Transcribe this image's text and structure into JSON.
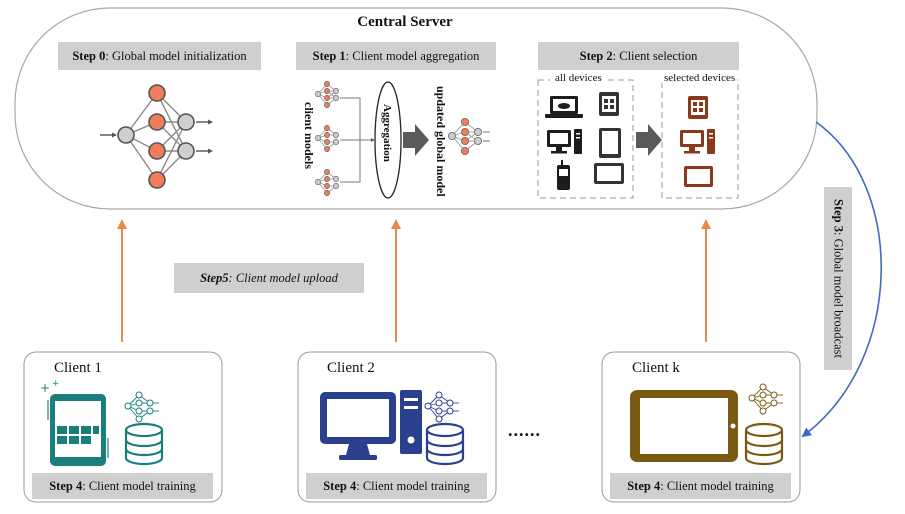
{
  "server": {
    "title": "Central Server"
  },
  "steps": {
    "step0": {
      "num": "Step 0",
      "text": ": Global model initialization"
    },
    "step1": {
      "num": "Step 1",
      "text": ": Client model aggregation"
    },
    "step2": {
      "num": "Step 2",
      "text": ": Client selection"
    },
    "step3": {
      "num": "Step 3",
      "text": ": Global model broadcast"
    },
    "step5": {
      "num": "Step5",
      "text": ":  Client  model upload"
    }
  },
  "aggregation": {
    "client_models_label": "client models",
    "aggregation_label": "Aggregation",
    "updated_label": "updated global model"
  },
  "selection": {
    "all_devices": "all devices",
    "selected_devices": "selected devices"
  },
  "clients": [
    {
      "name": "Client 1",
      "step": "Step 4",
      "text": ": Client model training"
    },
    {
      "name": "Client 2",
      "step": "Step 4",
      "text": ": Client model training"
    },
    {
      "name": "Client k",
      "step": "Step 4",
      "text": ": Client model training"
    }
  ],
  "ellipsis": "......",
  "colors": {
    "orange": "#e88a4c",
    "neuron_orange": "#f07c5c",
    "teal": "#1a7f7c",
    "blue": "#2b3f8f",
    "brown": "#7a5a10",
    "device_brown": "#8a3a1a",
    "broadcast_arrow": "#4169c4"
  }
}
